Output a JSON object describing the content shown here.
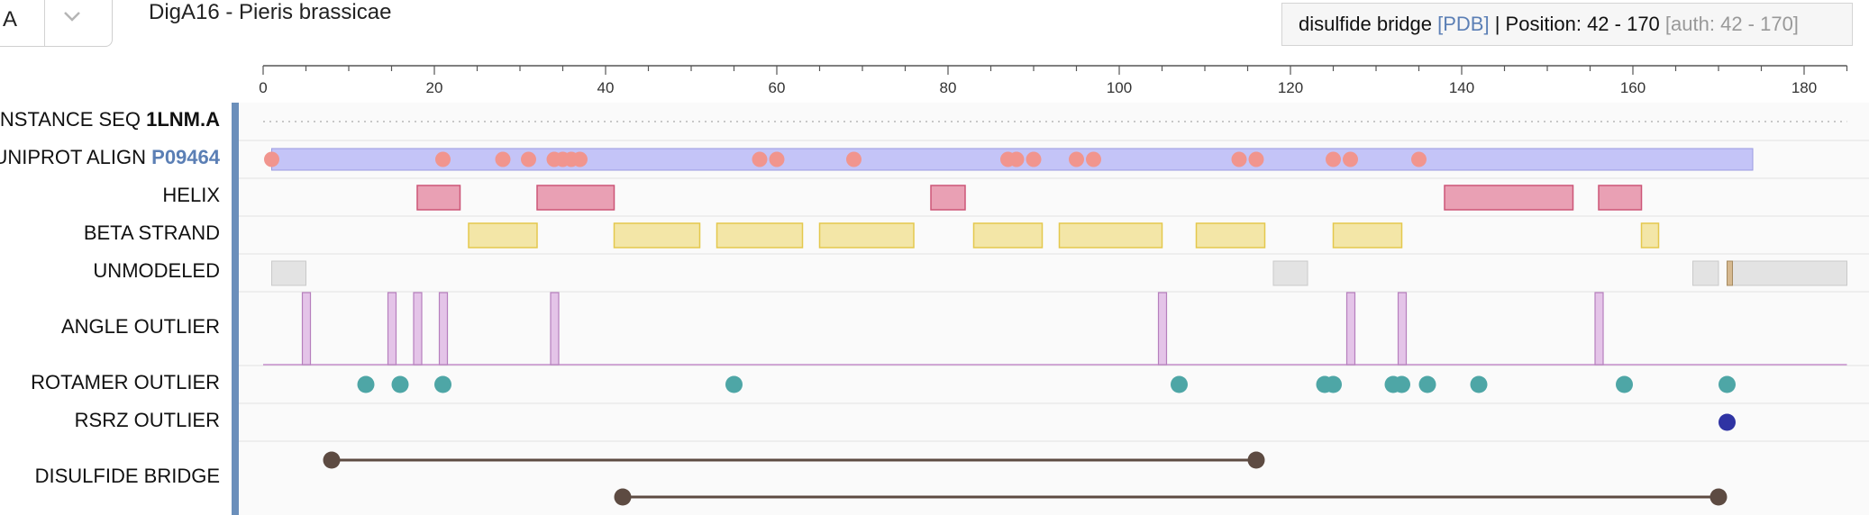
{
  "header": {
    "chain_value": "A",
    "title": "DigA16 - Pieris brassicae"
  },
  "tooltip": {
    "feature": "disulfide bridge",
    "source": "[PDB]",
    "separator": "|",
    "position_label": "Position:",
    "range": "42 - 170",
    "auth": "[auth: 42 - 170]"
  },
  "axis": {
    "min": 0,
    "max": 185,
    "ticks": [
      0,
      20,
      40,
      60,
      80,
      100,
      120,
      140,
      160,
      180
    ],
    "tick_labels": [
      "0",
      "20",
      "40",
      "60",
      "80",
      "100",
      "120",
      "140",
      "160",
      "180"
    ]
  },
  "tracks": {
    "instance_seq": {
      "label_prefix": "INSTANCE SEQ",
      "label_id": "1LNM.A",
      "range": [
        0,
        185
      ]
    },
    "uniprot_align": {
      "label_prefix": "UNIPROT ALIGN",
      "label_id": "P09464",
      "range": [
        1,
        174
      ],
      "color": "#c4c4f7",
      "dots": [
        1,
        21,
        28,
        31,
        34,
        35,
        36,
        37,
        58,
        60,
        69,
        87,
        88,
        90,
        95,
        97,
        114,
        116,
        125,
        127,
        135
      ],
      "dot_color": "#f1958e"
    },
    "helix": {
      "label": "HELIX",
      "color": "#e9a0b4",
      "ranges": [
        [
          18,
          23
        ],
        [
          32,
          41
        ],
        [
          78,
          82
        ],
        [
          138,
          153
        ],
        [
          156,
          161
        ]
      ]
    },
    "beta_strand": {
      "label": "BETA STRAND",
      "color": "#f3e6a7",
      "ranges": [
        [
          24,
          32
        ],
        [
          41,
          51
        ],
        [
          53,
          63
        ],
        [
          65,
          76
        ],
        [
          83,
          91
        ],
        [
          93,
          105
        ],
        [
          109,
          117
        ],
        [
          125,
          133
        ],
        [
          161,
          163
        ]
      ]
    },
    "unmodeled": {
      "label": "UNMODELED",
      "color": "#e3e3e3",
      "ranges": [
        [
          1,
          5
        ],
        [
          118,
          122
        ],
        [
          167,
          170
        ],
        [
          171,
          185
        ]
      ]
    },
    "angle_outlier": {
      "label": "ANGLE OUTLIER",
      "color": "#e4c4e8",
      "positions": [
        5,
        15,
        18,
        21,
        34,
        105,
        127,
        133,
        156
      ]
    },
    "rotamer_outlier": {
      "label": "ROTAMER OUTLIER",
      "color": "#4ea6a6",
      "positions": [
        12,
        16,
        21,
        55,
        107,
        124,
        125,
        132,
        133,
        136,
        142,
        159,
        171
      ]
    },
    "rsrz_outlier": {
      "label": "RSRZ OUTLIER",
      "color": "#2f33a3",
      "positions": [
        171
      ]
    },
    "disulfide_bridge": {
      "label": "DISULFIDE BRIDGE",
      "color": "#5d4b42",
      "pairs": [
        [
          8,
          116
        ],
        [
          42,
          170
        ]
      ]
    }
  }
}
